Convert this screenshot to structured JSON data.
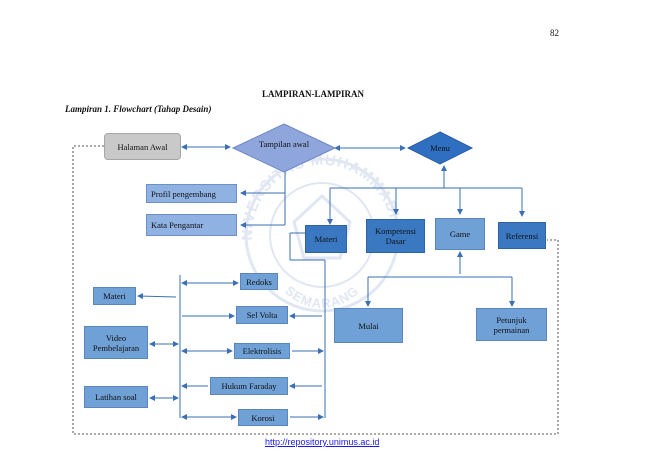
{
  "page_number": "82",
  "heading": "LAMPIRAN-LAMPIRAN",
  "caption": "Lampiran 1. Flowchart (Tahap Desain)",
  "watermark": {
    "top_text": "UNIVERSITAS MUHAMMADIYAH",
    "bottom_text": "SEMARANG",
    "color": "#c9d3ea"
  },
  "nodes": {
    "halaman_awal": "Halaman Awal",
    "tampilan_awal": "Tampilan awal",
    "menu": "Menu",
    "profil": "Profil pengembang",
    "kata_pengantar": "Kata Pengantar",
    "materi_menu": "Materi",
    "kompetensi": "Kompetensi Dasar",
    "game": "Game",
    "referensi": "Referensi",
    "redoks": "Redoks",
    "sel_volta": "Sel Volta",
    "elektrolisis": "Elektrolisis",
    "hukum_faraday": "Hukum Faraday",
    "korosi": "Korosi",
    "materi": "Materi",
    "video": "Video Pembelajaran",
    "latihan": "Latihan soal",
    "mulai": "Mulai",
    "petunjuk": "Petunjuk permainan"
  },
  "colors": {
    "line": "#3b6fb6",
    "box_blue": "#6fa0d6",
    "box_dark": "#3a78c2",
    "diamond": "#8fa6dd",
    "menu_diamond": "#2f6fc2"
  },
  "footer_link": "http://repository.unimus.ac.id"
}
